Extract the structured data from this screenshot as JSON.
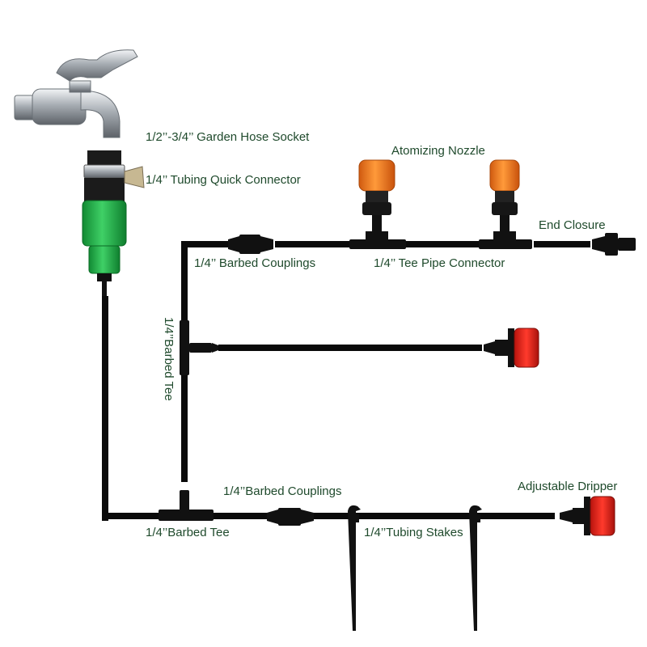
{
  "labels": {
    "hose_socket": "1/2’’-3/4’’ Garden Hose Socket",
    "quick_connector": "1/4’’ Tubing Quick Connector",
    "atomizing_nozzle": "Atomizing Nozzle",
    "end_closure": "End Closure",
    "barbed_couplings_top": "1/4’’ Barbed Couplings",
    "tee_pipe_connector": "1/4’’ Tee Pipe Connector",
    "barbed_tee_vertical": "1/4’’Barbed Tee",
    "barbed_couplings_bottom": "1/4’’Barbed Couplings",
    "adjustable_dripper": "Adjustable Dripper",
    "barbed_tee_bottom": "1/4’’Barbed Tee",
    "tubing_stakes": "1/4’’Tubing Stakes"
  },
  "colors": {
    "label_text": "#1f4a2c",
    "tubing": "#0a0a0a",
    "nozzle_orange": "#f07a22",
    "dripper_red": "#e0281e",
    "connector_green": "#22b04a",
    "metal": "#b9bec4"
  }
}
